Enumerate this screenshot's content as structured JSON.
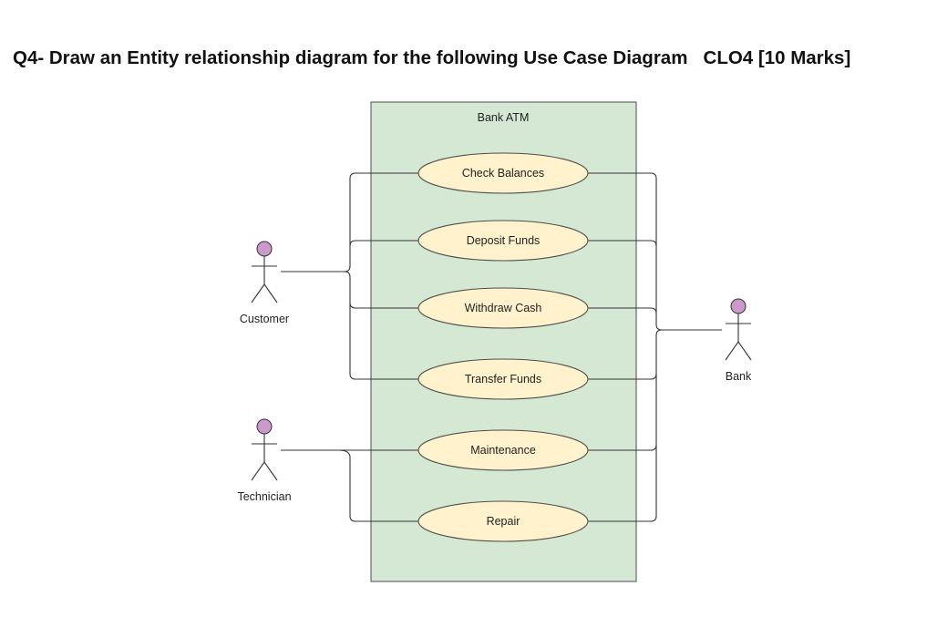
{
  "question": {
    "text": "Q4- Draw an Entity relationship diagram for the following Use Case Diagram   CLO4 [10 Marks]"
  },
  "diagram": {
    "system_name": "Bank ATM",
    "use_cases": [
      {
        "id": "uc1",
        "label": "Check Balances"
      },
      {
        "id": "uc2",
        "label": "Deposit Funds"
      },
      {
        "id": "uc3",
        "label": "Withdraw Cash"
      },
      {
        "id": "uc4",
        "label": "Transfer Funds"
      },
      {
        "id": "uc5",
        "label": "Maintenance"
      },
      {
        "id": "uc6",
        "label": "Repair"
      }
    ],
    "actors": [
      {
        "id": "customer",
        "label": "Customer"
      },
      {
        "id": "technician",
        "label": "Technician"
      },
      {
        "id": "bank",
        "label": "Bank"
      }
    ],
    "associations": [
      {
        "actor": "customer",
        "use_case": "uc1"
      },
      {
        "actor": "customer",
        "use_case": "uc2"
      },
      {
        "actor": "customer",
        "use_case": "uc3"
      },
      {
        "actor": "customer",
        "use_case": "uc4"
      },
      {
        "actor": "technician",
        "use_case": "uc5"
      },
      {
        "actor": "technician",
        "use_case": "uc6"
      },
      {
        "actor": "bank",
        "use_case": "uc1"
      },
      {
        "actor": "bank",
        "use_case": "uc2"
      },
      {
        "actor": "bank",
        "use_case": "uc3"
      },
      {
        "actor": "bank",
        "use_case": "uc4"
      },
      {
        "actor": "bank",
        "use_case": "uc5"
      },
      {
        "actor": "bank",
        "use_case": "uc6"
      }
    ],
    "colors": {
      "system_fill": "#d5e8d4",
      "system_stroke": "#4d4d4d",
      "use_case_fill": "#fff2cc",
      "use_case_stroke": "#4d4d4d",
      "actor_head_fill": "#cc99cc",
      "line": "#333333"
    }
  }
}
